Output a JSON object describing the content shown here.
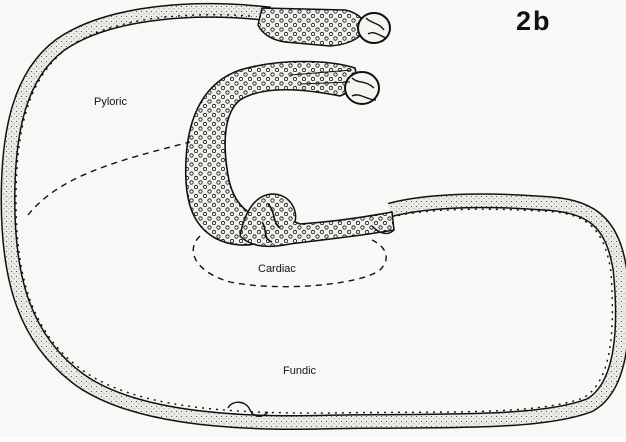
{
  "figure": {
    "number": "2b",
    "regions": {
      "pyloric": "Pyloric",
      "cardiac": "Cardiac",
      "fundic": "Fundic"
    },
    "colors": {
      "ink": "#111111",
      "paper": "#f8f8f6",
      "tissue_fill": "#ebebe6"
    }
  }
}
